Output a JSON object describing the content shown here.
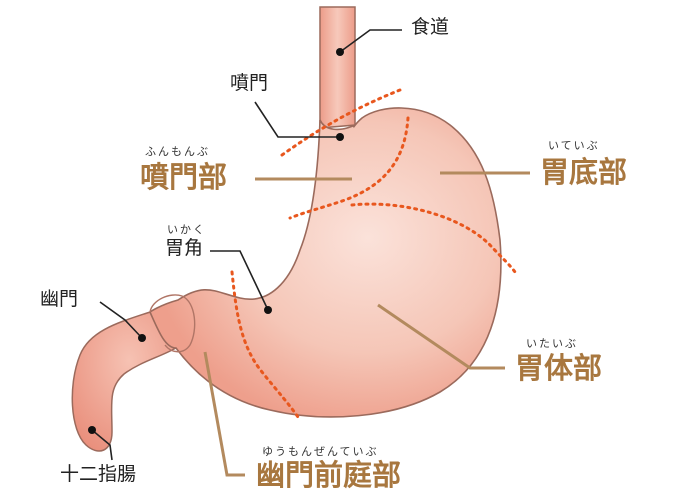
{
  "colors": {
    "organ_fill": "#f2b4a2",
    "organ_highlight": "#fbe2da",
    "organ_outline": "#9b6a5c",
    "boundary": "#e8571e",
    "leader_big": "#b38a5e",
    "leader_small": "#222222",
    "big_label": "#a8773f"
  },
  "labels": {
    "esophagus": "食道",
    "cardia": "噴門",
    "cardiac_region": "噴門部",
    "cardiac_region_ruby": "ふんもんぶ",
    "fundus": "胃底部",
    "fundus_ruby": "いていぶ",
    "angle": "胃角",
    "angle_ruby": "いかく",
    "pylorus": "幽門",
    "body": "胃体部",
    "body_ruby": "いたいぶ",
    "antrum": "幽門前庭部",
    "antrum_ruby": "ゆうもんぜんていぶ",
    "duodenum": "十二指腸"
  }
}
